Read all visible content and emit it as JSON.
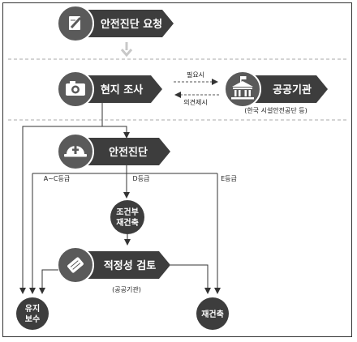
{
  "colors": {
    "dark": "#3d3d3d",
    "icon_dark": "#5a5a5a",
    "text_dark": "#222222",
    "arrow_light": "#c8c8c8",
    "divider": "#aaaaaa",
    "white": "#ffffff"
  },
  "nodes": {
    "request": "안전진단 요청",
    "survey": "현지 조사",
    "agency": "공공기관",
    "agency_note": "(한국 시설안전공단 등)",
    "diagnosis": "안전진단",
    "conditional": [
      "조건부",
      "재건축"
    ],
    "review": "적정성 검토",
    "review_note": "(공공기관)",
    "maintain": [
      "유지",
      "보수"
    ],
    "rebuild": "재건축"
  },
  "edges": {
    "if_needed": "필요시",
    "opinion": "의견제시",
    "grade_ac": "A~C등급",
    "grade_d": "D등급",
    "grade_e": "E등급"
  },
  "icons": {
    "request": "pencil-note-icon",
    "survey": "camera-icon",
    "agency": "government-building-icon",
    "diagnosis": "hard-hat-icon",
    "review": "magnifier-document-icon"
  }
}
